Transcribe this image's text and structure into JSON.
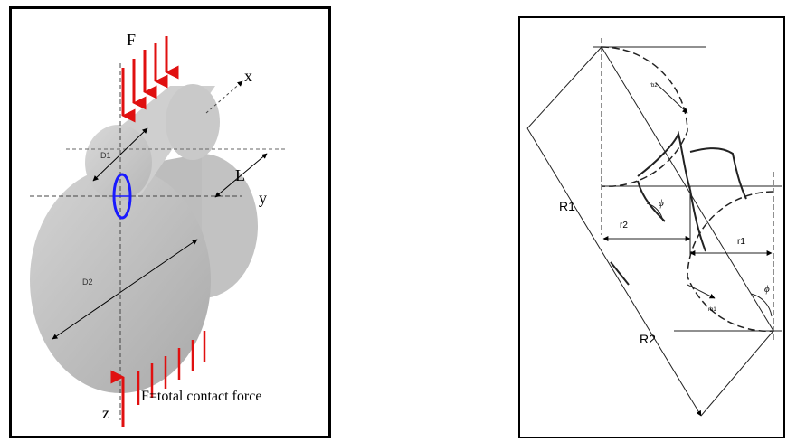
{
  "left_figure": {
    "force_label": "F",
    "x_label": "x",
    "y_label": "y",
    "z_label": "z",
    "length_label": "L",
    "d1_label": "D1",
    "d2_label": "D2",
    "caption": "F=total contact force",
    "colors": {
      "arrow": "#e01010",
      "ellipse": "#1a1aff",
      "cylinder": "#c8c8c8"
    }
  },
  "right_figure": {
    "r1_label": "R1",
    "r2_label": "R2",
    "r1_small_label": "r1",
    "r2_small_label": "r2",
    "phi_label": "ϕ",
    "phi_label_2": "ϕ",
    "rb1_label": "rb1",
    "rb2_label": "rb2"
  }
}
